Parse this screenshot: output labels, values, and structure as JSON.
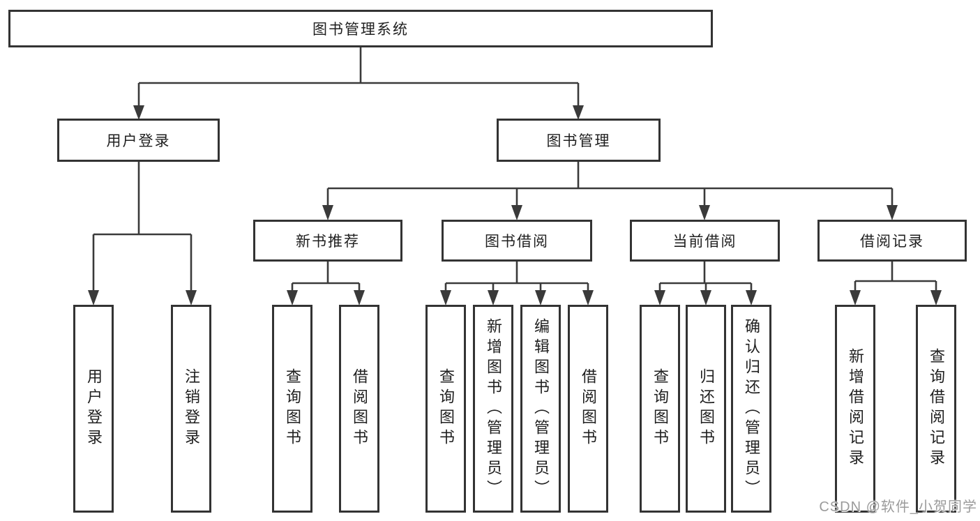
{
  "title": {
    "label": "图书管理系统"
  },
  "level2": {
    "user_login": {
      "label": "用户登录"
    },
    "book_management": {
      "label": "图书管理"
    }
  },
  "level3": {
    "new_book_recommend": {
      "label": "新书推荐"
    },
    "book_borrow": {
      "label": "图书借阅"
    },
    "current_borrow": {
      "label": "当前借阅"
    },
    "borrow_records": {
      "label": "借阅记录"
    }
  },
  "leaves": {
    "user_login_leaf": {
      "label": "用户登录"
    },
    "logout": {
      "label": "注销登录"
    },
    "nb_query_books": {
      "label": "查询图书"
    },
    "nb_borrow_books": {
      "label": "借阅图书"
    },
    "bb_query_books": {
      "label": "查询图书"
    },
    "bb_add_books": {
      "label": "新增图书（管理员）"
    },
    "bb_edit_books": {
      "label": "编辑图书（管理员）"
    },
    "bb_borrow_books": {
      "label": "借阅图书"
    },
    "cb_query_books": {
      "label": "查询图书"
    },
    "cb_return_books": {
      "label": "归还图书"
    },
    "cb_confirm_return": {
      "label": "确认归还（管理员）"
    },
    "br_add_record": {
      "label": "新增借阅记录"
    },
    "br_query_record": {
      "label": "查询借阅记录"
    }
  },
  "watermark": {
    "text": "CSDN @软件_小贺同学"
  },
  "colors": {
    "line": "#3a3a3a",
    "box_border": "#333333",
    "text": "#1f1f1f",
    "watermark": "#9b9b9b",
    "background": "#ffffff"
  }
}
